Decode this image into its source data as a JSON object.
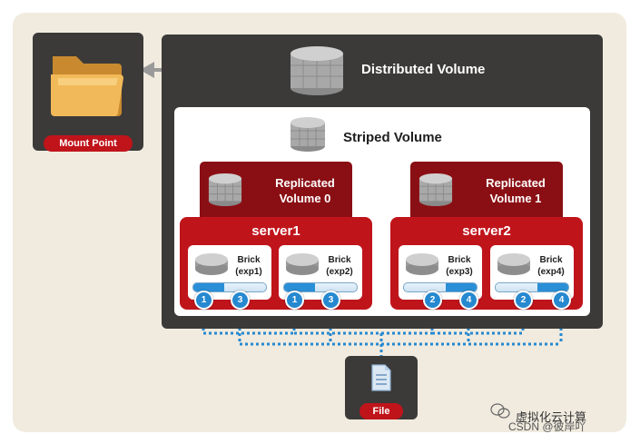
{
  "mount": {
    "label": "Mount Point",
    "icon": "folder-icon"
  },
  "distributed": {
    "title": "Distributed Volume",
    "icon": "disk-stack-icon"
  },
  "striped": {
    "title": "Striped Volume",
    "icon": "disk-stack-icon"
  },
  "replicated": [
    {
      "line1": "Replicated",
      "line2": "Volume 0"
    },
    {
      "line1": "Replicated",
      "line2": "Volume 1"
    }
  ],
  "servers": [
    {
      "name": "server1",
      "bricks": [
        {
          "line1": "Brick",
          "line2": "(exp1)",
          "chunks": [
            "1",
            "3"
          ]
        },
        {
          "line1": "Brick",
          "line2": "(exp2)",
          "chunks": [
            "1",
            "3"
          ]
        }
      ]
    },
    {
      "name": "server2",
      "bricks": [
        {
          "line1": "Brick",
          "line2": "(exp3)",
          "chunks": [
            "2",
            "4"
          ]
        },
        {
          "line1": "Brick",
          "line2": "(exp4)",
          "chunks": [
            "2",
            "4"
          ]
        }
      ]
    }
  ],
  "file": {
    "label": "File",
    "icon": "document-icon"
  },
  "watermark": {
    "line1": "虚拟化云计算",
    "line2": "CSDN @彼岸吖"
  },
  "colors": {
    "red": "#c0141b",
    "dark_red": "#8a0f14",
    "dark_grey": "#3b3a39",
    "blue": "#2689d0",
    "background": "#f1ebdf"
  }
}
